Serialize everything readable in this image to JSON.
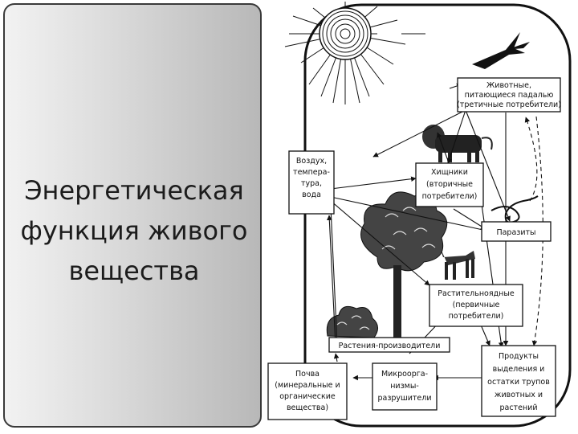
{
  "slide": {
    "title": "Энергетическая\nфункция живого\nвещества"
  },
  "diagram": {
    "nodes": {
      "animals_carrion": [
        "Животные,",
        "питающиеся падалью",
        "(третичные потребители)"
      ],
      "air": [
        "Воздух,",
        "темпера-",
        "тура,",
        "вода"
      ],
      "predators": [
        "Хищники",
        "(вторичные",
        "потребители)"
      ],
      "parasites": [
        "Паразиты"
      ],
      "herbivores": [
        "Растительноядные",
        "(первичные",
        "потребители)"
      ],
      "plants": [
        "Растения-производители"
      ],
      "soil": [
        "Почва",
        "(минеральные и",
        "органические",
        "вещества)"
      ],
      "microbes": [
        "Микроорга-",
        "низмы-",
        "разрушители"
      ],
      "products": [
        "Продукты",
        "выделения и",
        "остатки трупов",
        "животных и",
        "растений"
      ]
    },
    "icons": [
      "sun-icon",
      "bird-icon",
      "lion-icon",
      "deer-icon",
      "tree-icon",
      "shrub-icon",
      "worm-icon"
    ]
  }
}
